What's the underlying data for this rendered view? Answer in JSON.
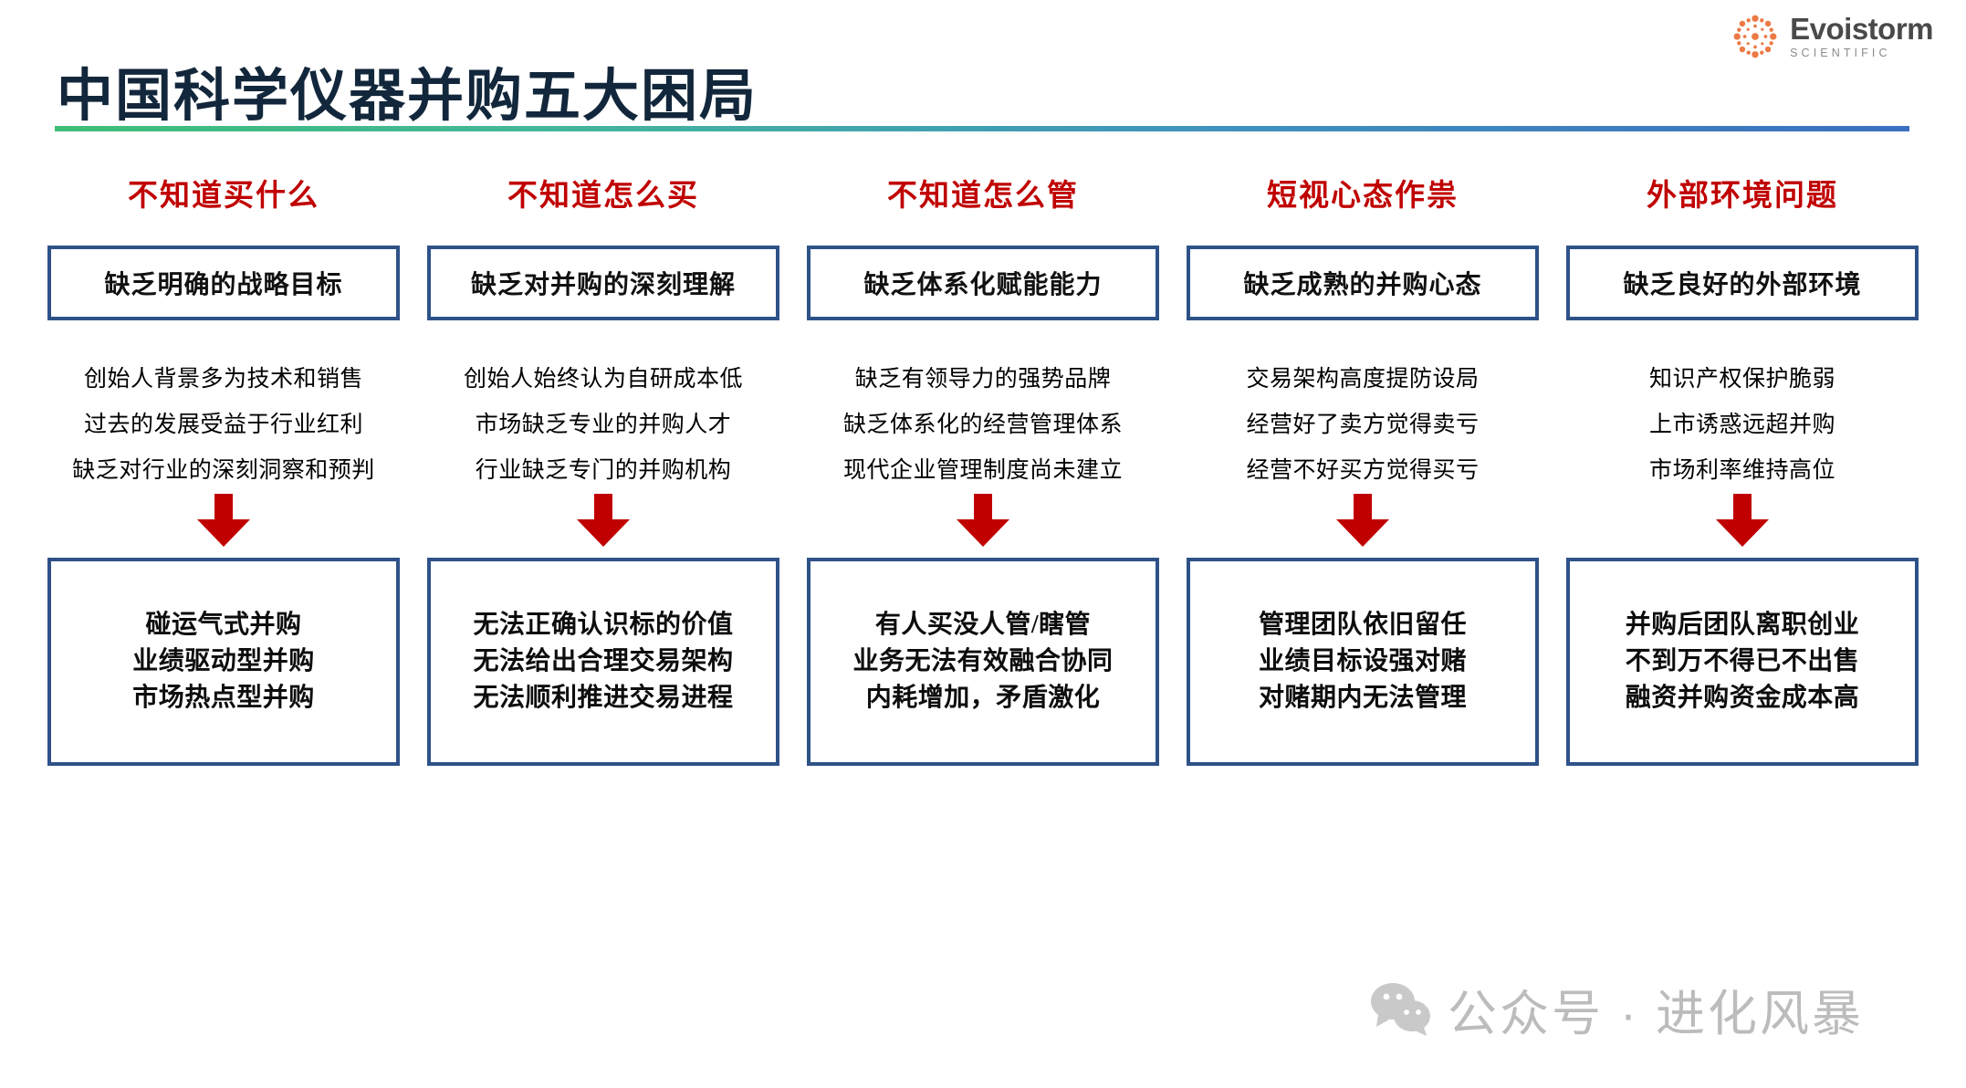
{
  "brand": {
    "name": "Evoistorm",
    "tagline": "SCIENTIFIC",
    "mark_color": "#ec7a45",
    "name_color": "#4a4a4a"
  },
  "page": {
    "title": "中国科学仪器并购五大困局",
    "title_color": "#12273b",
    "rule_gradient_from": "#3fbd77",
    "rule_gradient_to": "#3c6fc0"
  },
  "style": {
    "header_color": "#c00000",
    "box_border_color": "#2e5288",
    "arrow_color": "#c00000"
  },
  "columns": [
    {
      "header": "不知道买什么",
      "top_box": "缺乏明确的战略目标",
      "bullets": [
        "创始人背景多为技术和销售",
        "过去的发展受益于行业红利",
        "缺乏对行业的深刻洞察和预判"
      ],
      "arrow": "down-arrow-icon",
      "outcome": [
        "碰运气式并购",
        "业绩驱动型并购",
        "市场热点型并购"
      ]
    },
    {
      "header": "不知道怎么买",
      "top_box": "缺乏对并购的深刻理解",
      "bullets": [
        "创始人始终认为自研成本低",
        "市场缺乏专业的并购人才",
        "行业缺乏专门的并购机构"
      ],
      "arrow": "down-arrow-icon",
      "outcome": [
        "无法正确认识标的价值",
        "无法给出合理交易架构",
        "无法顺利推进交易进程"
      ]
    },
    {
      "header": "不知道怎么管",
      "top_box": "缺乏体系化赋能能力",
      "bullets": [
        "缺乏有领导力的强势品牌",
        "缺乏体系化的经营管理体系",
        "现代企业管理制度尚未建立"
      ],
      "arrow": "down-arrow-icon",
      "outcome": [
        "有人买没人管/瞎管",
        "业务无法有效融合协同",
        "内耗增加，矛盾激化"
      ]
    },
    {
      "header": "短视心态作祟",
      "top_box": "缺乏成熟的并购心态",
      "bullets": [
        "交易架构高度提防设局",
        "经营好了卖方觉得卖亏",
        "经营不好买方觉得买亏"
      ],
      "arrow": "down-arrow-icon",
      "outcome": [
        "管理团队依旧留任",
        "业绩目标设强对赌",
        "对赌期内无法管理"
      ]
    },
    {
      "header": "外部环境问题",
      "top_box": "缺乏良好的外部环境",
      "bullets": [
        "知识产权保护脆弱",
        "上市诱惑远超并购",
        "市场利率维持高位"
      ],
      "arrow": "down-arrow-icon",
      "outcome": [
        "并购后团队离职创业",
        "不到万不得已不出售",
        "融资并购资金成本高"
      ]
    }
  ],
  "watermark": {
    "icon": "wechat-icon",
    "text": "公众号 · 进化风暴",
    "color": "#bcbcbc"
  }
}
